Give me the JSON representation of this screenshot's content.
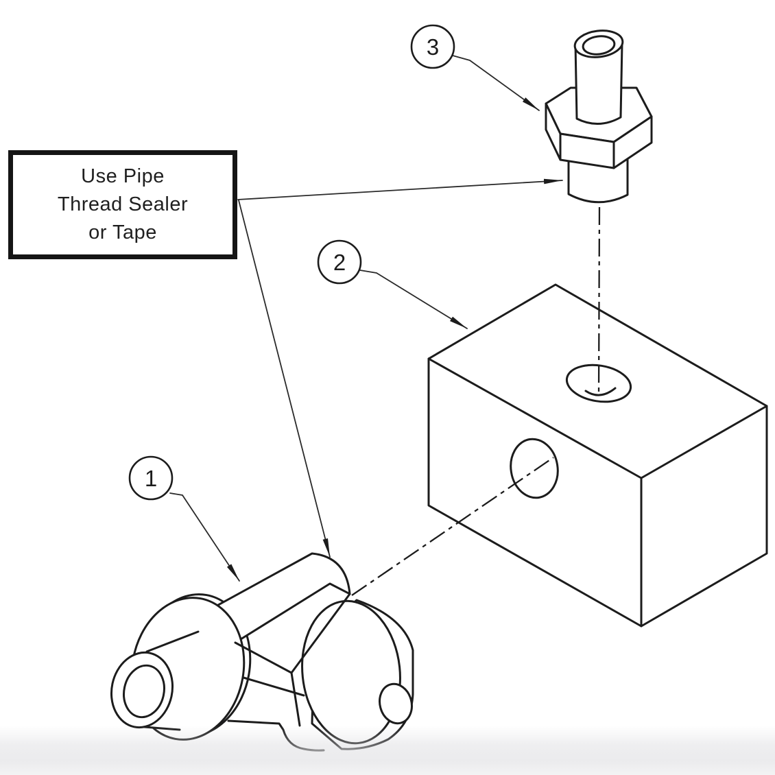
{
  "canvas": {
    "background": "#ffffff",
    "line_color": "#1c1c1c",
    "shadow_tint": "#ededef"
  },
  "note_box": {
    "line1": "Use Pipe",
    "line2": "Thread Sealer",
    "line3": "or Tape"
  },
  "balloons": [
    {
      "number": "1"
    },
    {
      "number": "2"
    },
    {
      "number": "3"
    }
  ]
}
